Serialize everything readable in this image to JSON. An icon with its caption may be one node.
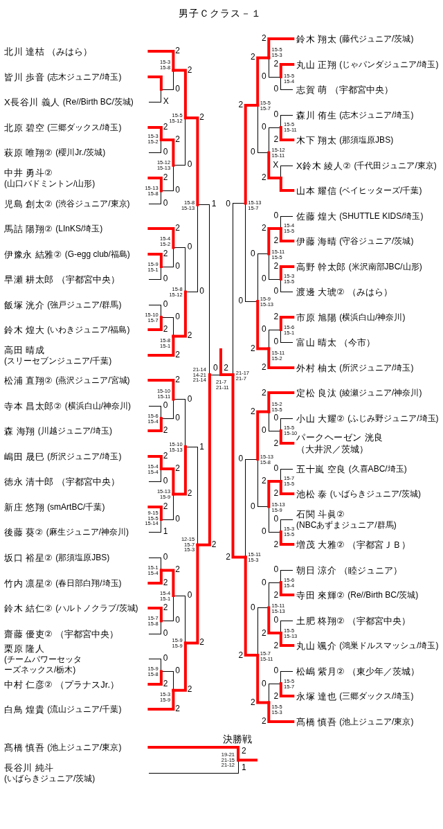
{
  "diagram": {
    "title": "男子Ｃクラス－１",
    "nodes": [
      {
        "text": [
          "北川 達桔",
          "（みはら）"
        ]
      },
      {
        "text": [
          "皆川 歩音",
          "(志木ジュニア/埼玉)"
        ]
      },
      {
        "text": [
          "X長谷川 義人",
          "(Re//Birth BC/茨城)"
        ]
      },
      {
        "text": [
          "北原 碧空",
          "(三郷ダックス/埼玉)"
        ]
      },
      {
        "text": [
          "萩原 唯翔②",
          "(櫻川Jr./茨城)"
        ]
      },
      {
        "text": [
          "中井 勇斗②",
          "(山口バドミントン/山形)"
        ]
      },
      {
        "text": [
          "児島 創太②",
          "(渋谷ジュニア/東京)"
        ]
      },
      {
        "text": [
          "馬詰 陽翔②",
          "(LInKS/埼玉)"
        ]
      },
      {
        "text": [
          "伊豫永 結雅②",
          "(G-egg club/福島)"
        ]
      },
      {
        "text": [
          "早瀬 耕太郎",
          "（宇都宮中央）"
        ]
      },
      {
        "text": [
          "飯塚 洸介",
          "(強戸ジュニア/群馬)"
        ]
      },
      {
        "text": [
          "鈴木 煌大",
          "(いわきジュニア/福島)"
        ]
      },
      {
        "text": [
          "高田 晴成",
          "(スリーセブンジュニア/千葉)"
        ]
      },
      {
        "text": [
          "松浦 直翔②",
          "(燕沢ジュニア/宮城)"
        ]
      },
      {
        "text": [
          "寺本 昌太郎②",
          "(横浜白山/神奈川)"
        ]
      },
      {
        "text": [
          "森 海翔",
          "(川越ジュニア/埼玉)"
        ]
      },
      {
        "text": [
          "嶋田 晟巳",
          "(所沢ジュニア/埼玉)"
        ]
      },
      {
        "text": [
          "徳永 清十郎",
          "（宇都宮中央）"
        ]
      },
      {
        "text": [
          "新庄 悠翔",
          "(smArtBC/千葉)"
        ]
      },
      {
        "text": [
          "後藤 葵②",
          "(麻生ジュニア/神奈川)"
        ]
      },
      {
        "text": [
          "坂口 裕星②",
          "(那須塩原JBS)"
        ]
      },
      {
        "text": [
          "竹内 凛星②",
          "(春日部白翔/埼玉)"
        ]
      },
      {
        "text": [
          "鈴木 結仁②",
          "(ハルトノクラブ/茨城)"
        ]
      },
      {
        "text": [
          "齋藤 優吏②",
          "（宇都宮中央）"
        ]
      },
      {
        "text": [
          "栗原 隆人",
          "(チームパワーセッターズネックス/栃木)"
        ]
      },
      {
        "text": [
          "中村 仁彦②",
          "（プラナスJr.）"
        ]
      },
      {
        "text": [
          "白鳥 煌貴",
          "(流山ジュニア/千葉)"
        ]
      },
      {
        "text": [
          "鈴木 翔太",
          "(藤代ジュニア/茨城)"
        ]
      },
      {
        "text": [
          "丸山 正翔",
          "(じゃパンダジュニア/埼玉)"
        ]
      },
      {
        "text": [
          "志賀 萌",
          "（宇都宮中央）"
        ]
      },
      {
        "text": [
          "森川 侑生",
          "(志木ジュニア/埼玉)"
        ]
      },
      {
        "text": [
          "木下 翔太",
          "(那須塩原JBS)"
        ]
      },
      {
        "text": [
          "X鈴木 綾人②",
          "(千代田ジュニア/東京)"
        ]
      },
      {
        "text": [
          "山本 耀信",
          "(ベイヒッターズ/千葉)"
        ]
      },
      {
        "text": [
          "佐藤 煌大",
          "(SHUTTLE KIDS/埼玉)"
        ]
      },
      {
        "text": [
          "伊藤 海晴",
          "(守谷ジュニア/茨城)"
        ]
      },
      {
        "text": [
          "高野 幹太郎",
          "(米沢南部JBC/山形)"
        ]
      },
      {
        "text": [
          "渡邊 大琥②",
          "（みはら）"
        ]
      },
      {
        "text": [
          "市原 旭陽",
          "(横浜白山/神奈川)"
        ]
      },
      {
        "text": [
          "富山 晴太",
          "（今市）"
        ]
      },
      {
        "text": [
          "外村 柚太",
          "(所沢ジュニア/埼玉)"
        ]
      },
      {
        "text": [
          "定松 良汰",
          "(綾瀬ジュニア/神奈川)"
        ]
      },
      {
        "text": [
          "小山 大耀②",
          "(ふじみ野ジュニア/埼玉)"
        ]
      },
      {
        "text": [
          "パークヘーゼン 洸良",
          "（大井沢／茨城）"
        ]
      },
      {
        "text": [
          "五十嵐 空良",
          "(久喜ABC/埼玉)"
        ]
      },
      {
        "text": [
          "池松 泰",
          "(いばらきジュニア/茨城)"
        ]
      },
      {
        "text": [
          "石関 斗眞②",
          "(NBCあずまジュニア/群馬)"
        ]
      },
      {
        "text": [
          "増茂 大雅②",
          "（宇都宮ＪＢ）"
        ]
      },
      {
        "text": [
          "朝日 涼介",
          "（睦ジュニア）"
        ]
      },
      {
        "text": [
          "寺田 來輝②",
          "(Re//Birth BC/茨城)"
        ]
      },
      {
        "text": [
          "土肥 柊翔②",
          "（宇都宮中央）"
        ]
      },
      {
        "text": [
          "丸山 颯介",
          "(鴻巣ドルスマッシュ/埼玉)"
        ]
      },
      {
        "text": [
          "松嶋 紫月②",
          "（東少年／茨城）"
        ]
      },
      {
        "text": [
          "永塚 達也",
          "(三郷ダックス/埼玉)"
        ]
      },
      {
        "text": [
          "髙橋 慎吾",
          "(池上ジュニア/東京)"
        ]
      },
      {
        "text": [
          "髙橋 慎吾",
          "(池上ジュニア/東京)"
        ]
      },
      {
        "text": [
          "長谷川 純斗",
          "(いばらきジュニア/茨城)"
        ]
      }
    ],
    "labels": [
      "2",
      "15-3 15-8",
      "2",
      "0",
      "X",
      "15-5 15-12",
      "2",
      "2",
      "15-3 15-2",
      "2",
      "0",
      "15-12 15-13",
      "0",
      "2",
      "15-13 15-8",
      "0",
      "15-8 15-13",
      "0",
      "1",
      "2",
      "15-4 15-2",
      "0",
      "2",
      "15-9 15-1",
      "0",
      "0",
      "15-8 15-12",
      "0",
      "0",
      "15-10 15-7",
      "0",
      "2",
      "2",
      "15-8 15-1",
      "2",
      "21-14 14-21 21-14",
      "2",
      "15-10 15-11",
      "0",
      "0",
      "15-6 15-4",
      "0",
      "2",
      "15-10 15-13",
      "1",
      "2",
      "15-4 15-4",
      "2",
      "0",
      "15-13 15-9",
      "2",
      "2",
      "9-15 15-5 15-14",
      "0",
      "1",
      "12-15 15-7 15-3",
      "2",
      "0",
      "15-1 15-4",
      "2",
      "2",
      "15-4 15-1",
      "0",
      "2",
      "15-7 15-8",
      "0",
      "0",
      "15-9 15-9",
      "2",
      "0",
      "15-9 15-8",
      "0",
      "2",
      "2",
      "15-3 15-9",
      "2",
      "0",
      "2",
      "21-7 21-11",
      "21-17 21-7",
      "2",
      "15-5 15-3",
      "2",
      "2",
      "15-5 15-4",
      "0",
      "0",
      "15-5 15-7",
      "2",
      "0",
      "15-5 15-11",
      "0",
      "2",
      "15-12 15-11",
      "0",
      "X",
      "2",
      "15-13 15-7",
      "0",
      "0",
      "15-4 15-5",
      "2",
      "2",
      "15-11 15-5",
      "0",
      "2",
      "15-3 15-5",
      "0",
      "0",
      "15-9 15-13",
      "0",
      "2",
      "15-6 15-1",
      "0",
      "0",
      "2",
      "15-11 15-2",
      "2",
      "2",
      "15-2 15-5",
      "2",
      "0",
      "15-5 15-10",
      "0",
      "2",
      "15-13 15-8",
      "0",
      "0",
      "15-7 15-5",
      "2",
      "2",
      "15-13 15-9",
      "0",
      "0",
      "15-3 15-5",
      "0",
      "2",
      "15-11 15-3",
      "2",
      "0",
      "15-6 15-4",
      "0",
      "2",
      "15-11 15-13",
      "0",
      "0",
      "15-5 15-13",
      "2",
      "2",
      "15-7 15-11",
      "2",
      "0",
      "15-5 15-7",
      "0",
      "2",
      "2",
      "15-5 15-3",
      "2",
      "決勝戦",
      "2",
      "19-21 21-15 21-12",
      "1"
    ]
  }
}
